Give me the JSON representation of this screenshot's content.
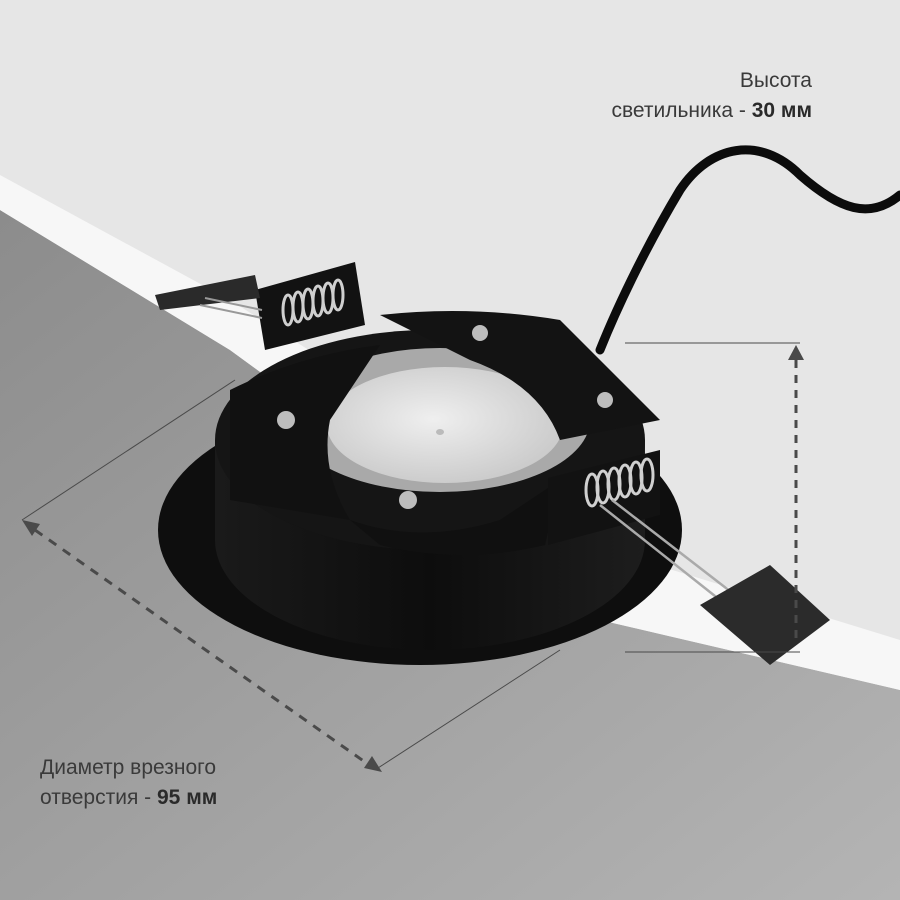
{
  "height_annotation": {
    "line1": "Высота",
    "line2_prefix": "светильника - ",
    "line2_value": "30 мм"
  },
  "diameter_annotation": {
    "line1": "Диаметр врезного",
    "line2_prefix": "отверстия - ",
    "line2_value": "95 мм"
  },
  "colors": {
    "background": "#e6e6e6",
    "ceiling_shadow": "#9e9e9e",
    "fixture_body": "#121212",
    "diffuser": "#d8d8d8",
    "dimension_line": "#4a4a4a"
  }
}
